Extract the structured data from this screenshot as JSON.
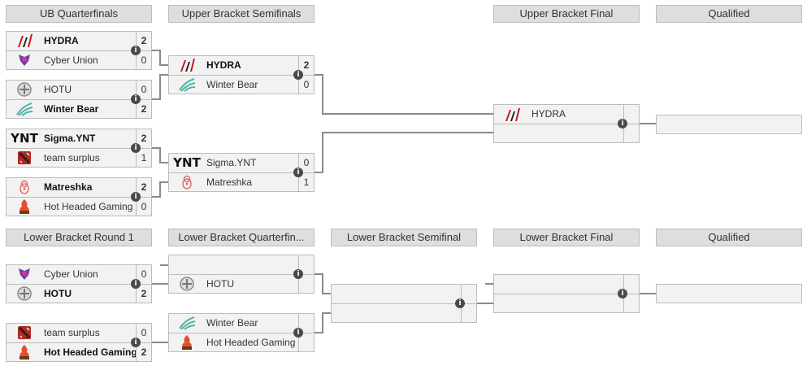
{
  "headers": {
    "ub_quarterfinals": "UB Quarterfinals",
    "ub_semifinals": "Upper Bracket Semifinals",
    "ub_final": "Upper Bracket Final",
    "ub_qualified": "Qualified",
    "lb_round1": "Lower Bracket Round 1",
    "lb_quarterfinals": "Lower Bracket Quarterfin...",
    "lb_semifinal": "Lower Bracket Semifinal",
    "lb_final": "Lower Bracket Final",
    "lb_qualified": "Qualified"
  },
  "info_glyph": "i",
  "ub_qf": [
    {
      "t1": {
        "name": "HYDRA",
        "score": "2",
        "logo": "hydra-logo"
      },
      "t2": {
        "name": "Cyber Union",
        "score": "0",
        "logo": "cyber-union-logo"
      }
    },
    {
      "t1": {
        "name": "HOTU",
        "score": "0",
        "logo": "hotu-logo"
      },
      "t2": {
        "name": "Winter Bear",
        "score": "2",
        "logo": "winter-bear-logo"
      }
    },
    {
      "t1": {
        "name": "Sigma.YNT",
        "score": "2",
        "logo": "ynt-logo",
        "logo_text": "YNT"
      },
      "t2": {
        "name": "team surplus",
        "score": "1",
        "logo": "dota-logo"
      }
    },
    {
      "t1": {
        "name": "Matreshka",
        "score": "2",
        "logo": "matreshka-logo"
      },
      "t2": {
        "name": "Hot Headed Gaming",
        "score": "0",
        "logo": "hot-headed-logo"
      }
    }
  ],
  "ub_sf": [
    {
      "t1": {
        "name": "HYDRA",
        "score": "2"
      },
      "t2": {
        "name": "Winter Bear",
        "score": "0"
      }
    },
    {
      "t1": {
        "name": "Sigma.YNT",
        "score": "0",
        "logo_text": "YNT"
      },
      "t2": {
        "name": "Matreshka",
        "score": "1"
      }
    }
  ],
  "ub_final": {
    "t1": {
      "name": "HYDRA"
    }
  },
  "lb_r1": [
    {
      "t1": {
        "name": "Cyber Union",
        "score": "0"
      },
      "t2": {
        "name": "HOTU",
        "score": "2"
      }
    },
    {
      "t1": {
        "name": "team surplus",
        "score": "0"
      },
      "t2": {
        "name": "Hot Headed Gaming",
        "score": "2"
      }
    }
  ],
  "lb_qf": [
    {
      "t1": {
        "name": ""
      },
      "t2": {
        "name": "HOTU"
      }
    },
    {
      "t1": {
        "name": "Winter Bear"
      },
      "t2": {
        "name": "Hot Headed Gaming"
      }
    }
  ],
  "colors": {
    "header_bg": "#dedede",
    "cell_bg": "#f2f2f2",
    "border": "#bcbcbc",
    "line": "#8a8a8a",
    "info_bg": "#4a4a4a"
  }
}
